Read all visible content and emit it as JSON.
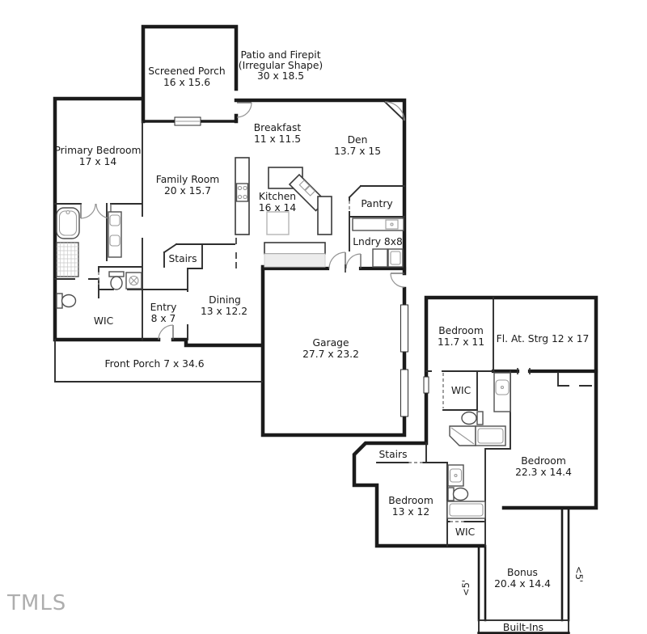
{
  "watermark": "TMLS",
  "colors": {
    "background": "#ffffff",
    "exterior_wall": "#1b1b1b",
    "interior_wall": "#2e2e2e",
    "fixture": "#4f4f4f",
    "light_fixture": "#9a9a9a",
    "counter_shadow": "#ececec",
    "text": "#1a1a1a",
    "watermark": "#9b9b9b"
  },
  "rooms": {
    "screened_porch": {
      "name": "Screened Porch",
      "dims": "16 x 15.6"
    },
    "patio": {
      "name": "Patio and Firepit",
      "shape": "(Irregular Shape)",
      "dims": "30 x 18.5"
    },
    "primary_bedroom": {
      "name": "Primary Bedroom",
      "dims": "17 x 14"
    },
    "family_room": {
      "name": "Family Room",
      "dims": "20 x 15.7"
    },
    "breakfast": {
      "name": "Breakfast",
      "dims": "11 x 11.5"
    },
    "den": {
      "name": "Den",
      "dims": "13.7 x 15"
    },
    "kitchen": {
      "name": "Kitchen",
      "dims": "16 x 14"
    },
    "pantry": {
      "name": "Pantry"
    },
    "laundry": {
      "name": "Lndry 8x8"
    },
    "stairs_main": {
      "name": "Stairs"
    },
    "dining": {
      "name": "Dining",
      "dims": "13 x 12.2"
    },
    "entry": {
      "name": "Entry",
      "dims": "8 x 7"
    },
    "wic_primary": {
      "name": "WIC"
    },
    "garage": {
      "name": "Garage",
      "dims": "27.7 x 23.2"
    },
    "front_porch": {
      "name": "Front Porch 7 x 34.6"
    },
    "bedroom_2": {
      "name": "Bedroom",
      "dims": "11.7 x 11"
    },
    "attic_storage": {
      "name": "Fl. At. Strg 12 x 17"
    },
    "wic_upper": {
      "name": "WIC"
    },
    "bedroom_3": {
      "name": "Bedroom",
      "dims": "22.3 x 14.4"
    },
    "stairs_upper": {
      "name": "Stairs"
    },
    "bedroom_4": {
      "name": "Bedroom",
      "dims": "13 x 12"
    },
    "wic_bonus": {
      "name": "WIC"
    },
    "bonus": {
      "name": "Bonus",
      "dims": "20.4 x 14.4"
    },
    "built_ins": {
      "name": "Built-Ins"
    }
  },
  "annotations": {
    "ceiling_height_left": "<5'",
    "ceiling_height_right": "<5'"
  }
}
